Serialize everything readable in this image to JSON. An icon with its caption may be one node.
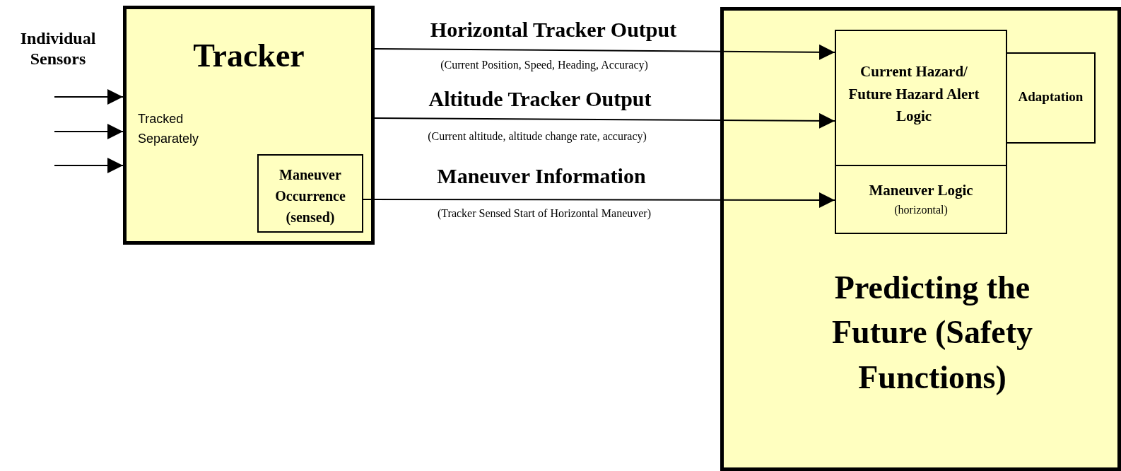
{
  "diagram": {
    "nodes": [
      {
        "text": [
          "Tracker",
          "Tracked Separately"
        ]
      },
      {
        "text": [
          "Maneuver Occurrence (sensed)"
        ],
        "in": 0
      },
      {
        "text": [
          "Predicting the Future (Safety Functions)"
        ]
      },
      {
        "text": [
          "Current Hazard/ Future Hazard Alert Logic"
        ],
        "in": 2
      },
      {
        "text": [
          "Adaptation"
        ],
        "in": 2
      },
      {
        "text": [
          "Maneuver Logic",
          "(horizontal)"
        ],
        "in": 2
      }
    ],
    "edges": [
      {
        "from": null,
        "to": 0,
        "arrow": "to"
      },
      {
        "from": null,
        "to": 0,
        "arrow": "to"
      },
      {
        "from": null,
        "to": 0,
        "arrow": "to"
      },
      {
        "from": 0,
        "to": 3,
        "arrow": "to",
        "label": "Horizontal Tracker Output"
      },
      {
        "from": 0,
        "to": 3,
        "arrow": "to",
        "label": "Altitude Tracker Output"
      },
      {
        "from": 1,
        "to": 5,
        "arrow": "to",
        "label": "Maneuver Information"
      }
    ],
    "labels": [
      "Individual Sensors",
      "(Current  Position,  Speed, Heading, Accuracy)",
      "(Current altitude, altitude change rate, accuracy)",
      "(Tracker Sensed Start of Horizontal Maneuver)"
    ]
  }
}
